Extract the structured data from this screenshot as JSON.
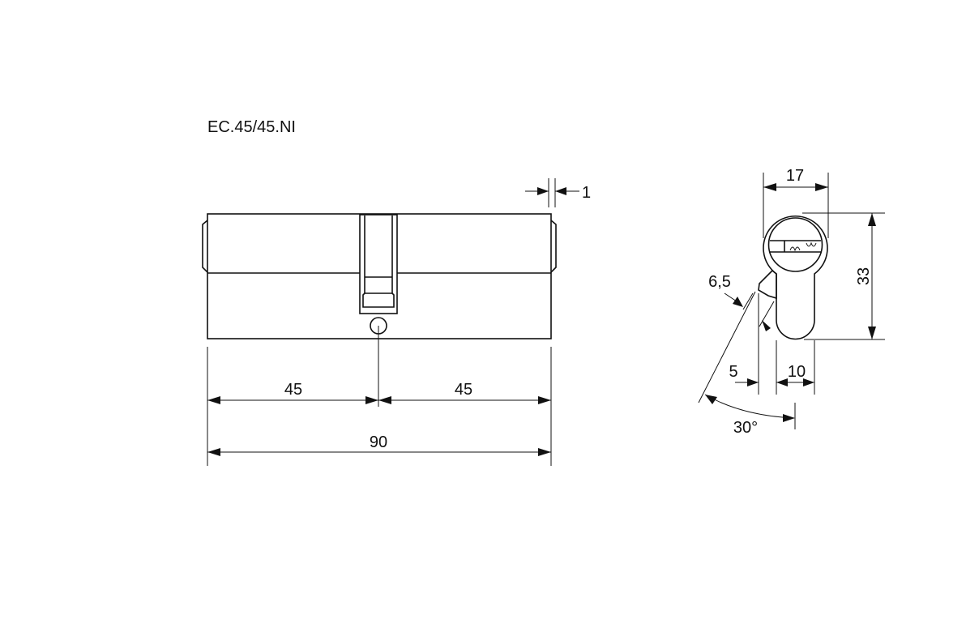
{
  "title": "EC.45/45.NI",
  "front_view": {
    "dim_left": "45",
    "dim_right": "45",
    "dim_total": "90",
    "dim_cam_offset": "1"
  },
  "side_view": {
    "dim_width": "17",
    "dim_height": "33",
    "dim_cam_thickness": "6,5",
    "dim_offset": "5",
    "dim_body_width": "10",
    "dim_angle": "30°"
  }
}
